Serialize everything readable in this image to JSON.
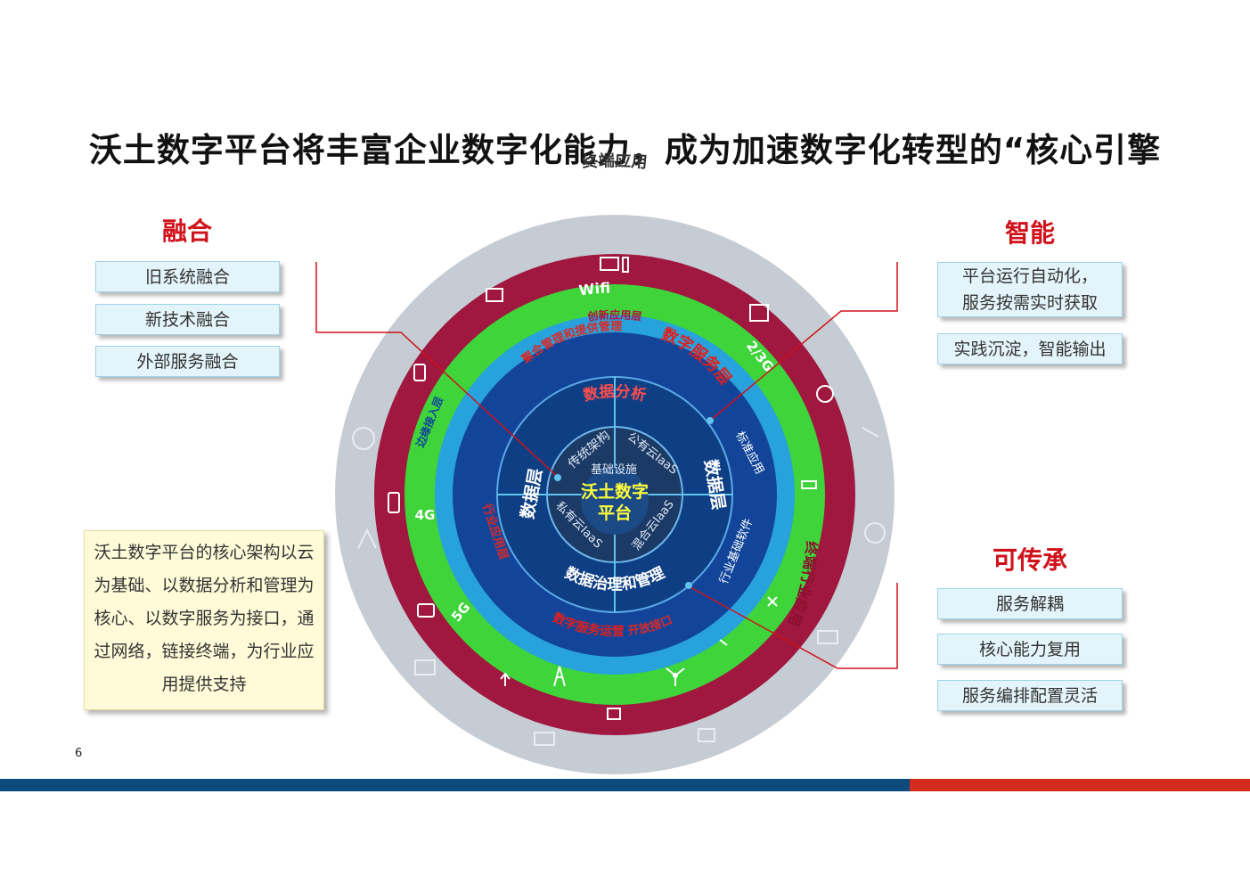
{
  "title": "沃土数字平台将丰富企业数字化能力，成为加速数字化转型的“核心引擎",
  "sections": {
    "left": {
      "heading": "融合",
      "items": [
        "旧系统融合",
        "新技术融合",
        "外部服务融合"
      ]
    },
    "right_top": {
      "heading": "智能",
      "items": [
        "平台运行自动化，\n服务按需实时获取",
        "实践沉淀，智能输出"
      ]
    },
    "right_bottom": {
      "heading": "可传承",
      "items": [
        "服务解耦",
        "核心能力复用",
        "服务编排配置灵活"
      ]
    }
  },
  "note_text": "沃土数字平台的核心架构以云为基础、以数据分析和管理为核心、以数字服务为接口，通过网络，链接终端，为行业应用提供支持",
  "page_number": "6",
  "diagram": {
    "center": [
      "沃土数字",
      "平台"
    ],
    "infra": [
      "传统架构",
      "公有云IaaS",
      "混合云IaaS",
      "私有云IaaS",
      "基础设施"
    ],
    "data_ring": [
      "数据层",
      "数据层",
      "数据分析",
      "数据治理和管理"
    ],
    "service_ring": [
      "数字服务层",
      "标准应用",
      "行业基础软件",
      "数字服务运营",
      "开放接口",
      "聚合管理和提供管理",
      "行业应用层"
    ],
    "innovation_label": "创新应用层",
    "network_labels": [
      "Wifi",
      "2/3G",
      "4G",
      "5G",
      "边缘接入层"
    ],
    "terminal_label": "终端应用",
    "industry_label": "终端行业应用"
  },
  "colors": {
    "title": "#111111",
    "heading_red": "#d0121b",
    "outer_ring": "#c5ccd3",
    "terminal_ring": "#a0173f",
    "network_ring": "#3ed43a",
    "innovation_ring": "#28a2dc",
    "service_ring": "#12459a",
    "data_ring": "#0e3f84",
    "connector": "#d0121b",
    "bar_blue": "#0d4a7e",
    "bar_red": "#d52b1e"
  }
}
